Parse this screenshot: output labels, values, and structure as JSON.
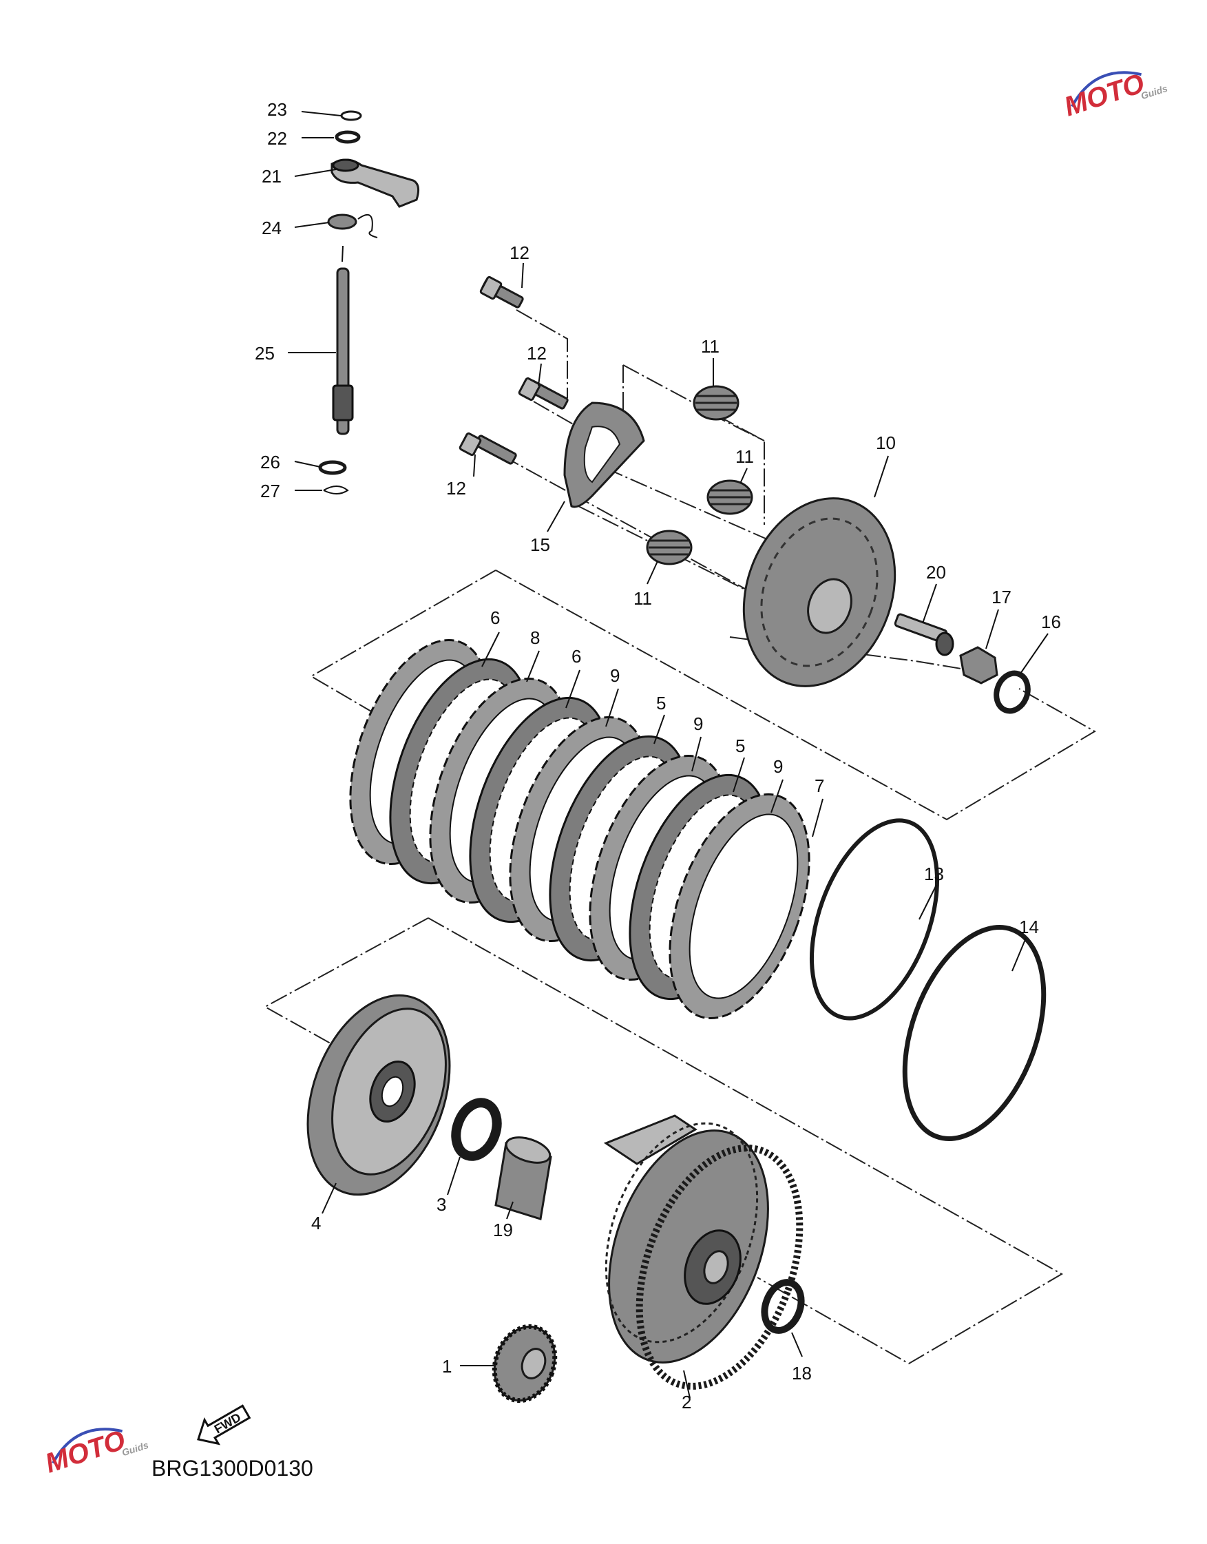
{
  "diagram_code": "BRG1300D0130",
  "direction_badge": "FWD",
  "watermark": {
    "brand": "MOTO",
    "sub": "Guids",
    "color_main": "#d22d3a",
    "color_accent": "#3a4fb5"
  },
  "callouts": [
    {
      "id": "c1",
      "text": "1"
    },
    {
      "id": "c2",
      "text": "2"
    },
    {
      "id": "c3",
      "text": "3"
    },
    {
      "id": "c4",
      "text": "4"
    },
    {
      "id": "c5a",
      "text": "5"
    },
    {
      "id": "c5b",
      "text": "5"
    },
    {
      "id": "c6a",
      "text": "6"
    },
    {
      "id": "c6b",
      "text": "6"
    },
    {
      "id": "c7",
      "text": "7"
    },
    {
      "id": "c8",
      "text": "8"
    },
    {
      "id": "c9a",
      "text": "9"
    },
    {
      "id": "c9b",
      "text": "9"
    },
    {
      "id": "c9c",
      "text": "9"
    },
    {
      "id": "c10",
      "text": "10"
    },
    {
      "id": "c11a",
      "text": "11"
    },
    {
      "id": "c11b",
      "text": "11"
    },
    {
      "id": "c11c",
      "text": "11"
    },
    {
      "id": "c12a",
      "text": "12"
    },
    {
      "id": "c12b",
      "text": "12"
    },
    {
      "id": "c12c",
      "text": "12"
    },
    {
      "id": "c13",
      "text": "13"
    },
    {
      "id": "c14",
      "text": "14"
    },
    {
      "id": "c15",
      "text": "15"
    },
    {
      "id": "c16",
      "text": "16"
    },
    {
      "id": "c17",
      "text": "17"
    },
    {
      "id": "c18",
      "text": "18"
    },
    {
      "id": "c19",
      "text": "19"
    },
    {
      "id": "c20",
      "text": "20"
    },
    {
      "id": "c21",
      "text": "21"
    },
    {
      "id": "c22",
      "text": "22"
    },
    {
      "id": "c23",
      "text": "23"
    },
    {
      "id": "c24",
      "text": "24"
    },
    {
      "id": "c25",
      "text": "25"
    },
    {
      "id": "c26",
      "text": "26"
    },
    {
      "id": "c27",
      "text": "27"
    }
  ]
}
